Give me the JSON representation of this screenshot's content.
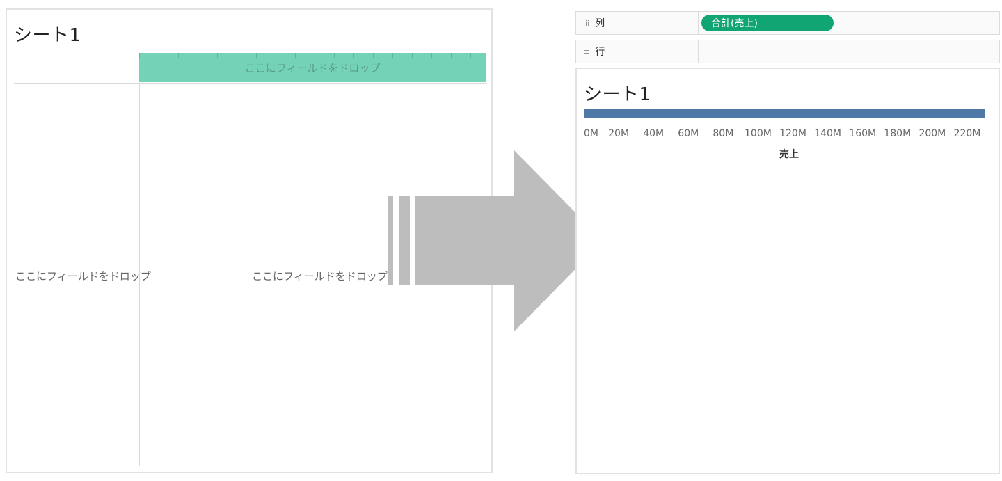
{
  "left": {
    "title": "シート1",
    "columns_drop": "ここにフィールドをドロップ",
    "rows_drop": "ここにフィールドをドロップ",
    "main_drop": "ここにフィールドをドロップ"
  },
  "right": {
    "columns_shelf": {
      "icon": "iii",
      "label": "列",
      "pill": "合計(売上)"
    },
    "rows_shelf": {
      "icon": "≡",
      "label": "行"
    },
    "title": "シート1"
  },
  "colors": {
    "drop_zone": "#74d3b7",
    "pill": "#10a573",
    "bar": "#4e79a7",
    "arrow": "#bdbdbd"
  },
  "chart_data": {
    "type": "bar",
    "orientation": "horizontal",
    "series": [
      {
        "values": [
          230
        ]
      }
    ],
    "x_unit": "M",
    "xlim": [
      0,
      232
    ],
    "x_ticks": [
      0,
      20,
      40,
      60,
      80,
      100,
      120,
      140,
      160,
      180,
      200,
      220
    ],
    "x_tick_labels": [
      "0M",
      "20M",
      "40M",
      "60M",
      "80M",
      "100M",
      "120M",
      "140M",
      "160M",
      "180M",
      "200M",
      "220M"
    ],
    "xlabel": "売上",
    "grid": false
  }
}
